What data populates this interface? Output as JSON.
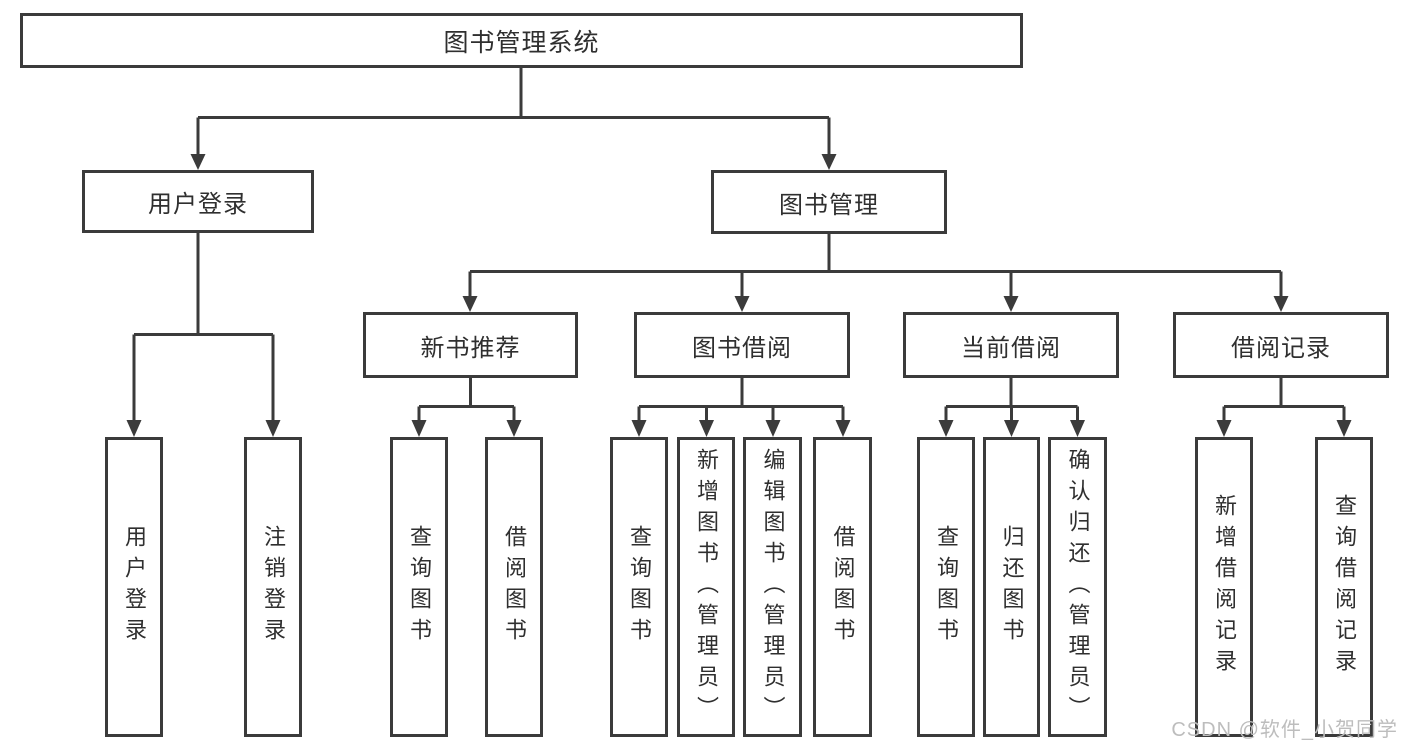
{
  "colors": {
    "line": "#3b3b3b",
    "text": "#2f2f2f",
    "background": "#ffffff",
    "watermark": "#bdbdbd"
  },
  "watermark": {
    "text": "CSDN @软件_小贺同学"
  },
  "tree": {
    "label": "图书管理系统",
    "children": [
      {
        "label": "用户登录",
        "children": [
          {
            "label": "用户登录"
          },
          {
            "label": "注销登录"
          }
        ]
      },
      {
        "label": "图书管理",
        "children": [
          {
            "label": "新书推荐",
            "children": [
              {
                "label": "查询图书"
              },
              {
                "label": "借阅图书"
              }
            ]
          },
          {
            "label": "图书借阅",
            "children": [
              {
                "label": "查询图书"
              },
              {
                "label": "新增图书（管理员）"
              },
              {
                "label": "编辑图书（管理员）"
              },
              {
                "label": "借阅图书"
              }
            ]
          },
          {
            "label": "当前借阅",
            "children": [
              {
                "label": "查询图书"
              },
              {
                "label": "归还图书"
              },
              {
                "label": "确认归还（管理员）"
              }
            ]
          },
          {
            "label": "借阅记录",
            "children": [
              {
                "label": "新增借阅记录"
              },
              {
                "label": "查询借阅记录"
              }
            ]
          }
        ]
      }
    ]
  }
}
